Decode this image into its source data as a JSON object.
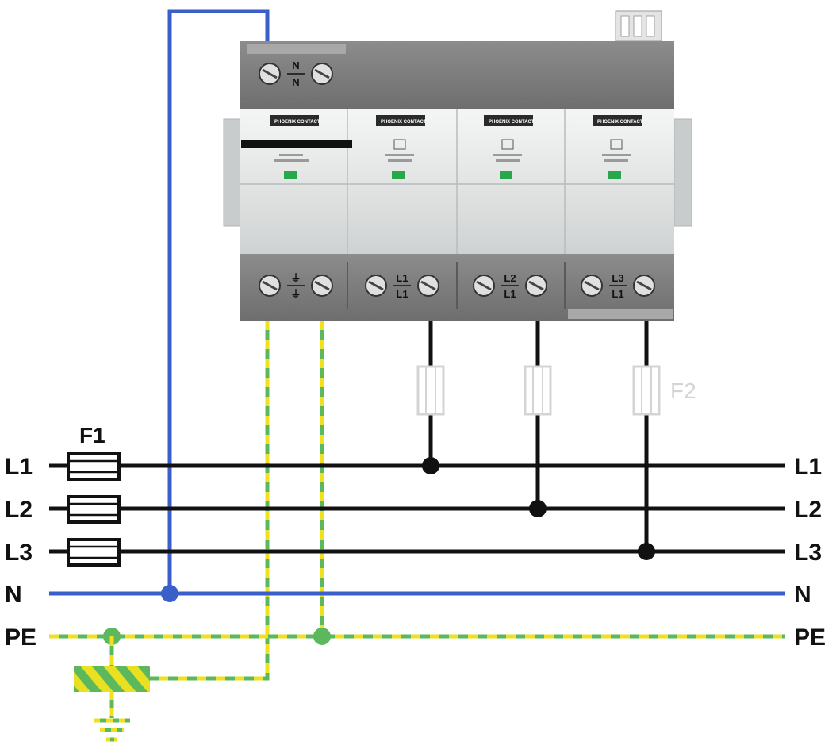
{
  "colors": {
    "phase": "#111111",
    "neutral": "#3a5fc8",
    "pe_yellow": "#f0e020",
    "pe_green": "#5cb85c",
    "device_dark": "#7a7a7a",
    "device_light": "#e6e8e8",
    "fuse_f2": "#d4d4d4"
  },
  "rails": {
    "left": [
      "L1",
      "L2",
      "L3",
      "N",
      "PE"
    ],
    "right": [
      "L1",
      "L2",
      "L3",
      "N",
      "PE"
    ]
  },
  "fuses": {
    "f1_label": "F1",
    "f2_label": "F2"
  },
  "device": {
    "top_terminal": {
      "top": "N",
      "bottom": "N"
    },
    "bottom_terminals": [
      {
        "top": "⏚",
        "bottom": "⏚"
      },
      {
        "top": "L1",
        "bottom": "L1"
      },
      {
        "top": "L2",
        "bottom": "L1"
      },
      {
        "top": "L3",
        "bottom": "L1"
      }
    ]
  }
}
